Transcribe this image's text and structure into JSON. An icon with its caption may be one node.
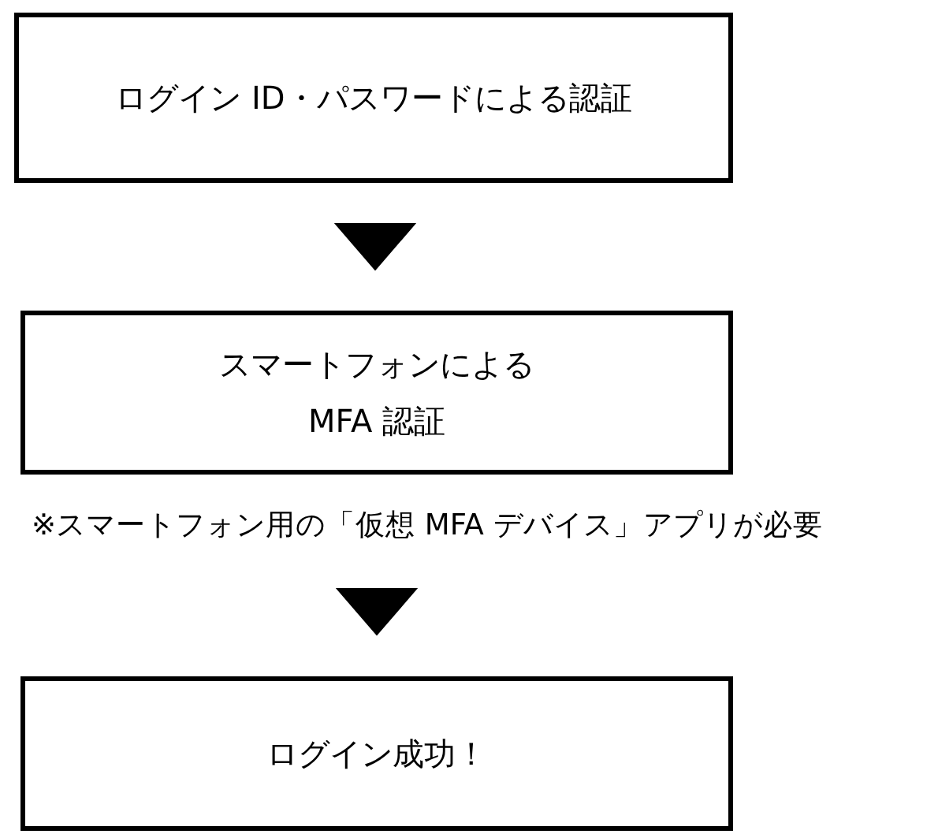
{
  "diagram": {
    "nodes": [
      {
        "text": [
          "ログイン ID・パスワードによる認証"
        ]
      },
      {
        "text": [
          "スマートフォンによる MFA 認証"
        ],
        "beside": [
          "※スマートフォン用の「仮想 MFA デバイス」アプリが必要"
        ]
      },
      {
        "text": [
          "ログイン成功！"
        ]
      }
    ],
    "edges": [
      {
        "from": 0,
        "to": 1,
        "arrow": "to"
      },
      {
        "from": 1,
        "to": 2,
        "arrow": "to"
      }
    ]
  }
}
